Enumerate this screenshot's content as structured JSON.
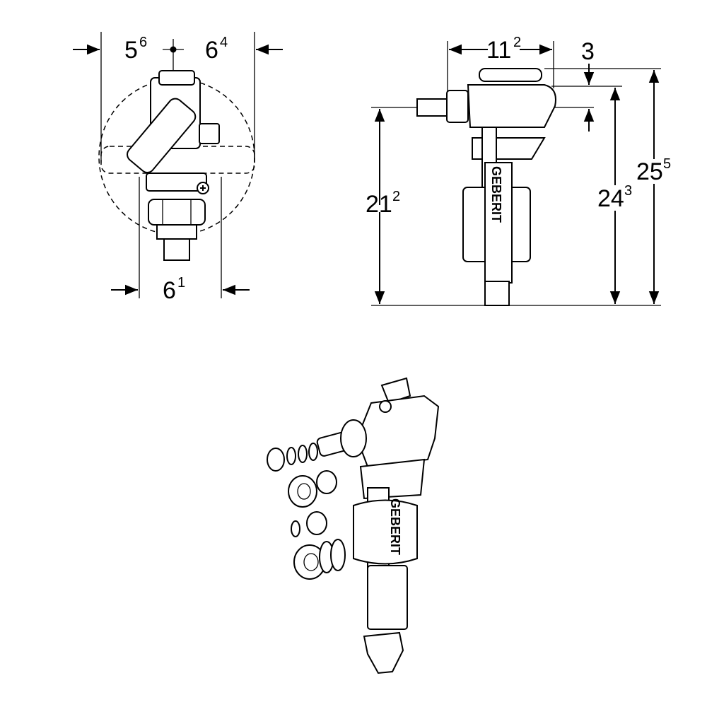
{
  "front_view": {
    "dim_left": {
      "main": "5",
      "sup": "6"
    },
    "dim_right": {
      "main": "6",
      "sup": "4"
    },
    "dim_bottom": {
      "main": "6",
      "sup": "1"
    }
  },
  "side_view": {
    "dim_width": {
      "main": "11",
      "sup": "2"
    },
    "dim_offset": {
      "main": "3"
    },
    "dim_inlet_height": {
      "main": "21",
      "sup": "2"
    },
    "dim_body_height": {
      "main": "24",
      "sup": "3"
    },
    "dim_total_height": {
      "main": "25",
      "sup": "5"
    },
    "brand_logo": "GEBERIT"
  },
  "exploded_view": {
    "brand_logo": "GEBERIT"
  }
}
